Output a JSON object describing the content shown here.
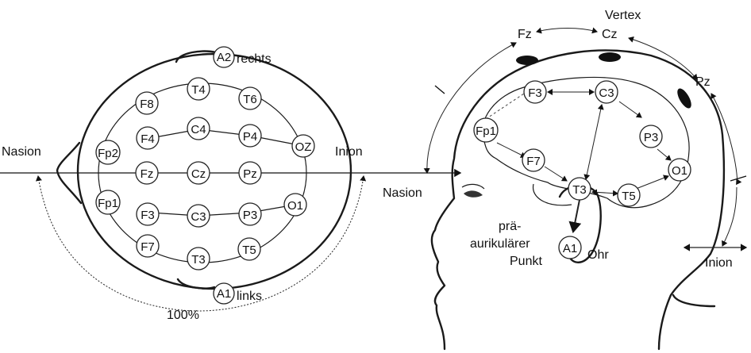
{
  "top_view": {
    "nasion_label": "Nasion",
    "inion_label": "Inion",
    "a2_note": "rechts",
    "a1_note": "links",
    "percent": "100%",
    "electrodes": {
      "A2": "A2",
      "T4": "T4",
      "T6": "T6",
      "F8": "F8",
      "F4": "F4",
      "C4": "C4",
      "P4": "P4",
      "O2": "OZ",
      "Fp2": "Fp2",
      "Fz": "Fz",
      "Cz": "Cz",
      "Pz": "Pz",
      "Fp1": "Fp1",
      "F3": "F3",
      "C3": "C3",
      "P3": "P3",
      "O1": "O1",
      "F7": "F7",
      "T3": "T3",
      "T5": "T5",
      "A1": "A1"
    }
  },
  "side_view": {
    "vertex_label": "Vertex",
    "fz_label": "Fz",
    "cz_label": "Cz",
    "pz_label": "Pz",
    "nasion_label": "Nasion",
    "inion_label": "Inion",
    "pre_line1": "prä-",
    "pre_line2": "aurikulärer",
    "pre_line3": "Punkt",
    "ohr_label": "Ohr",
    "electrodes": {
      "F3": "F3",
      "C3": "C3",
      "P3": "P3",
      "Fp1": "Fp1",
      "F7": "F7",
      "T3": "T3",
      "T5": "T5",
      "O1": "O1",
      "A1": "A1"
    }
  }
}
